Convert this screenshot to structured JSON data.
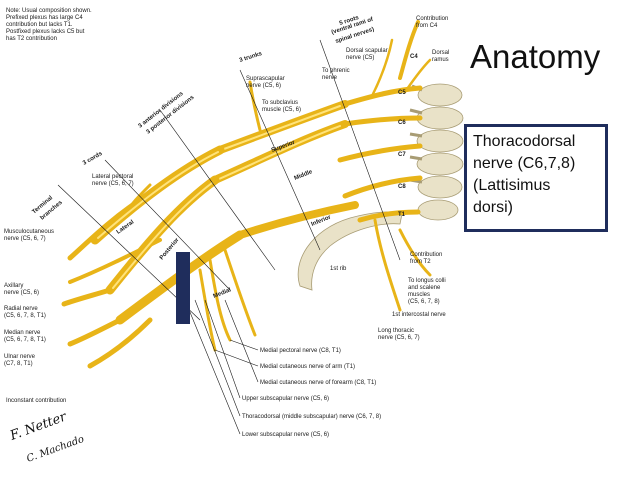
{
  "slide": {
    "title": "Anatomy",
    "callout_lines": [
      "Thoracodorsal",
      "nerve (C6,7,8)",
      "(Lattisimus",
      "dorsi)"
    ]
  },
  "figure": {
    "note": [
      "Note: Usual composition shown.",
      "Prefixed plexus has large C4",
      "contribution but lacks T1.",
      "Postfixed plexus lacks C5 but",
      "has T2 contribution"
    ],
    "headers": {
      "roots": [
        "5 roots",
        "(ventral rami of",
        "spinal nerves)"
      ],
      "trunks": "3 trunks",
      "divisions": [
        "3 anterior divisions",
        "3 posterior divisions"
      ],
      "cords": "3 cords",
      "terminal": [
        "Terminal",
        "branches"
      ]
    },
    "root_labels": [
      "C4",
      "C5",
      "C6",
      "C7",
      "C8",
      "T1"
    ],
    "trunk_labels": [
      "Superior",
      "Middle",
      "Inferior"
    ],
    "cord_labels": [
      "Lateral",
      "Posterior",
      "Medial"
    ],
    "top_labels": {
      "contrib_c4": [
        "Contribution",
        "from C4"
      ],
      "dorsal_ramus": [
        "Dorsal",
        "ramus"
      ],
      "dorsal_scapular": [
        "Dorsal scapular",
        "nerve (C5)"
      ],
      "phrenic": [
        "To phrenic",
        "nerve"
      ],
      "suprascapular": [
        "Suprascapular",
        "nerve (C5, 6)"
      ],
      "subclavius": [
        "To subclavius",
        "muscle (C5, 6)"
      ],
      "lateral_pectoral": [
        "Lateral pectoral",
        "nerve (C5, 6, 7)"
      ]
    },
    "left_labels": {
      "musculocutaneous": [
        "Musculocutaneous",
        "nerve (C5, 6, 7)"
      ],
      "axillary": [
        "Axillary",
        "nerve (C5, 6)"
      ],
      "radial": [
        "Radial nerve",
        "(C5, 6, 7, 8, T1)"
      ],
      "median": [
        "Median nerve",
        "(C5, 6, 7, 8, T1)"
      ],
      "ulnar": [
        "Ulnar nerve",
        "(C7, 8, T1)"
      ]
    },
    "right_labels": {
      "contrib_t2": [
        "Contribution",
        "from T2"
      ],
      "longus": [
        "To longus colli",
        "and scalene",
        "muscles",
        "(C5, 6, 7, 8)"
      ],
      "first_rib": "1st rib",
      "first_intercostal": "1st intercostal nerve",
      "long_thoracic": [
        "Long thoracic",
        "nerve (C5, 6, 7)"
      ]
    },
    "bottom_labels": [
      "Medial pectoral nerve (C8, T1)",
      "Medial cutaneous nerve of arm (T1)",
      "Medial cutaneous nerve of forearm (C8, T1)",
      "Upper subscapular nerve (C5, 6)",
      "Thoracodorsal (middle subscapular) nerve (C6, 7, 8)",
      "Lower subscapular nerve (C5, 6)"
    ],
    "legend": "Inconstant contribution",
    "signature": [
      "F. Netter",
      "C. Machado"
    ]
  },
  "colors": {
    "nerve": "#e8b418",
    "nerve_highlight": "#ffe37a",
    "bone": "#e9e2c8",
    "accent_navy": "#1f2d5c"
  }
}
